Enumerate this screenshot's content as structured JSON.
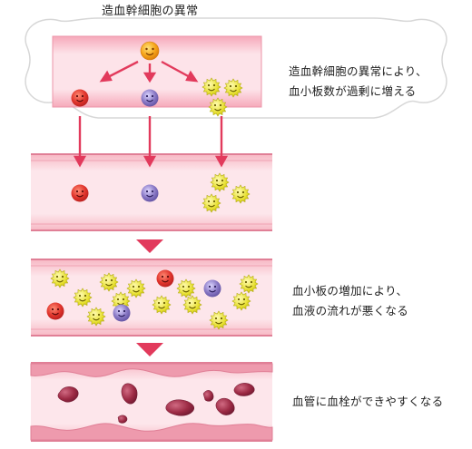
{
  "title": "造血幹細胞の異常",
  "captions": {
    "stage1": [
      "造血幹細胞の異常により、",
      "血小板数が過剰に増える"
    ],
    "stage2": [
      "血小板の増加により、",
      "血液の流れが悪くなる"
    ],
    "stage3": [
      "血管に血栓ができやすくなる"
    ]
  },
  "colors": {
    "vessel_pink": "#f3a9b8",
    "vessel_wall": "#e07f96",
    "arrow_red": "#e23a5c",
    "red_cell": "#e0342c",
    "white_cell": "#8877c4",
    "platelet": "#e6de2a",
    "stem_cell": "#f5a318",
    "clot": "#9c2a44"
  },
  "icons": [
    "stem-cell-icon",
    "red-blood-cell-icon",
    "white-blood-cell-icon",
    "platelet-icon",
    "thrombus-icon"
  ]
}
